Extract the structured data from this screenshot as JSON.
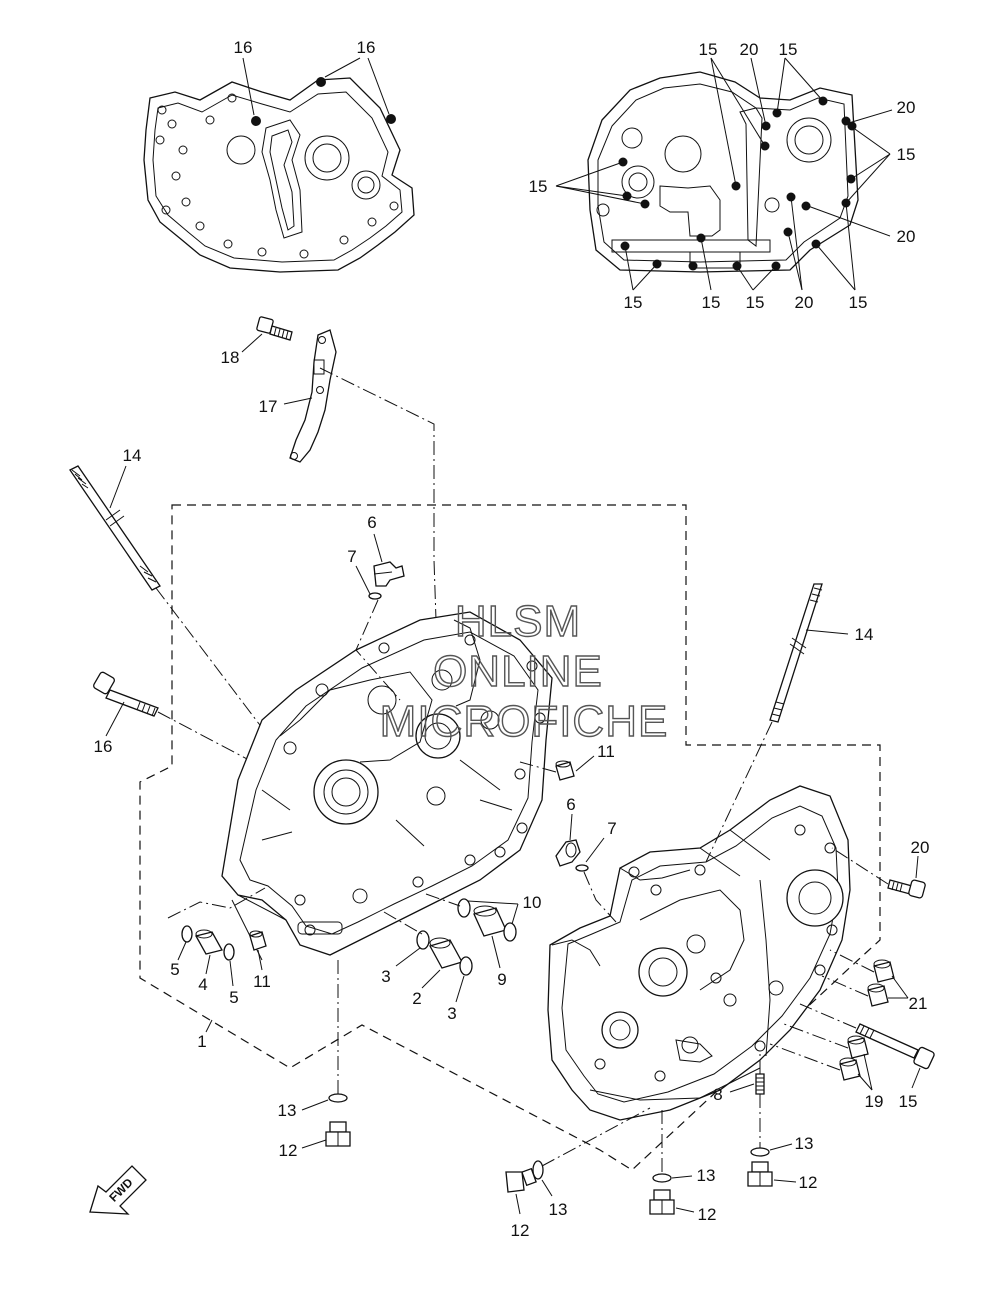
{
  "watermark": {
    "line1": "HLSM",
    "line2": "ONLINE",
    "line3": "MICROFICHE"
  },
  "fwd_label": "FWD",
  "callouts": {
    "c1": "1",
    "c2": "2",
    "c3a": "3",
    "c3b": "3",
    "c4": "4",
    "c5a": "5",
    "c5b": "5",
    "c6a": "6",
    "c6b": "6",
    "c7a": "7",
    "c7b": "7",
    "c8": "8",
    "c9": "9",
    "c10": "10",
    "c11a": "11",
    "c11b": "11",
    "c12a": "12",
    "c12b": "12",
    "c12c": "12",
    "c12d": "12",
    "c13a": "13",
    "c13b": "13",
    "c13c": "13",
    "c13d": "13",
    "c14a": "14",
    "c14b": "14",
    "c15a": "15",
    "c15b": "15",
    "c15c": "15",
    "c15d": "15",
    "c15e": "15",
    "c15f": "15",
    "c15g": "15",
    "c15h": "15",
    "c15i": "15",
    "c16a": "16",
    "c16b": "16",
    "c16c": "16",
    "c17": "17",
    "c18": "18",
    "c19": "19",
    "c20a": "20",
    "c20b": "20",
    "c20c": "20",
    "c20d": "20",
    "c20e": "20",
    "c21": "21"
  }
}
